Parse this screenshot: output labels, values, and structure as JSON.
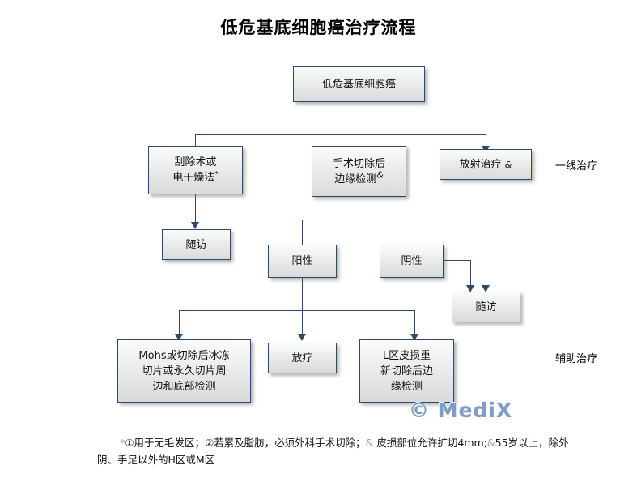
{
  "title": "低危基底细胞癌治疗流程",
  "watermark": "© MediX",
  "stages": {
    "first_line": "一线治疗",
    "adjuvant": "辅助治疗"
  },
  "nodes": {
    "root": "低危基底细胞癌",
    "curettage": {
      "line1": "刮除术或",
      "line2": "电干燥法",
      "mark": "*"
    },
    "excision": {
      "line1": "手术切除后",
      "line2": "边缘检测",
      "mark": "&"
    },
    "radiation": {
      "line1": "放射治疗",
      "mark": "&"
    },
    "followup_left": "随访",
    "followup_right": "随访",
    "positive": "阳性",
    "negative": "阴性",
    "mohs": {
      "line1": "Mohs或切除后冰冻",
      "line2": "切片或永久切片周",
      "line3": "边和底部检测"
    },
    "radiotherapy": "放疗",
    "reexcision": {
      "line1": "L区皮损重",
      "line2": "新切除后边",
      "line3": "缘检测"
    }
  },
  "footnote": {
    "line1_mark": "*",
    "line1": "①用于无毛发区；②若累及脂肪，必须外科手术切除；",
    "line1_mark2": "&",
    "line1b": " 皮损部位允许扩切4mm;",
    "line1_mark3": "&",
    "line1c": "55岁以上，除外",
    "line2": "阴、手足以外的H区或M区"
  },
  "colors": {
    "border": "#2e4a66",
    "box_fill_top": "#fbfbfc",
    "box_fill_bottom": "#d9dadb",
    "watermark": "#7e9cc4",
    "text": "#111111"
  }
}
